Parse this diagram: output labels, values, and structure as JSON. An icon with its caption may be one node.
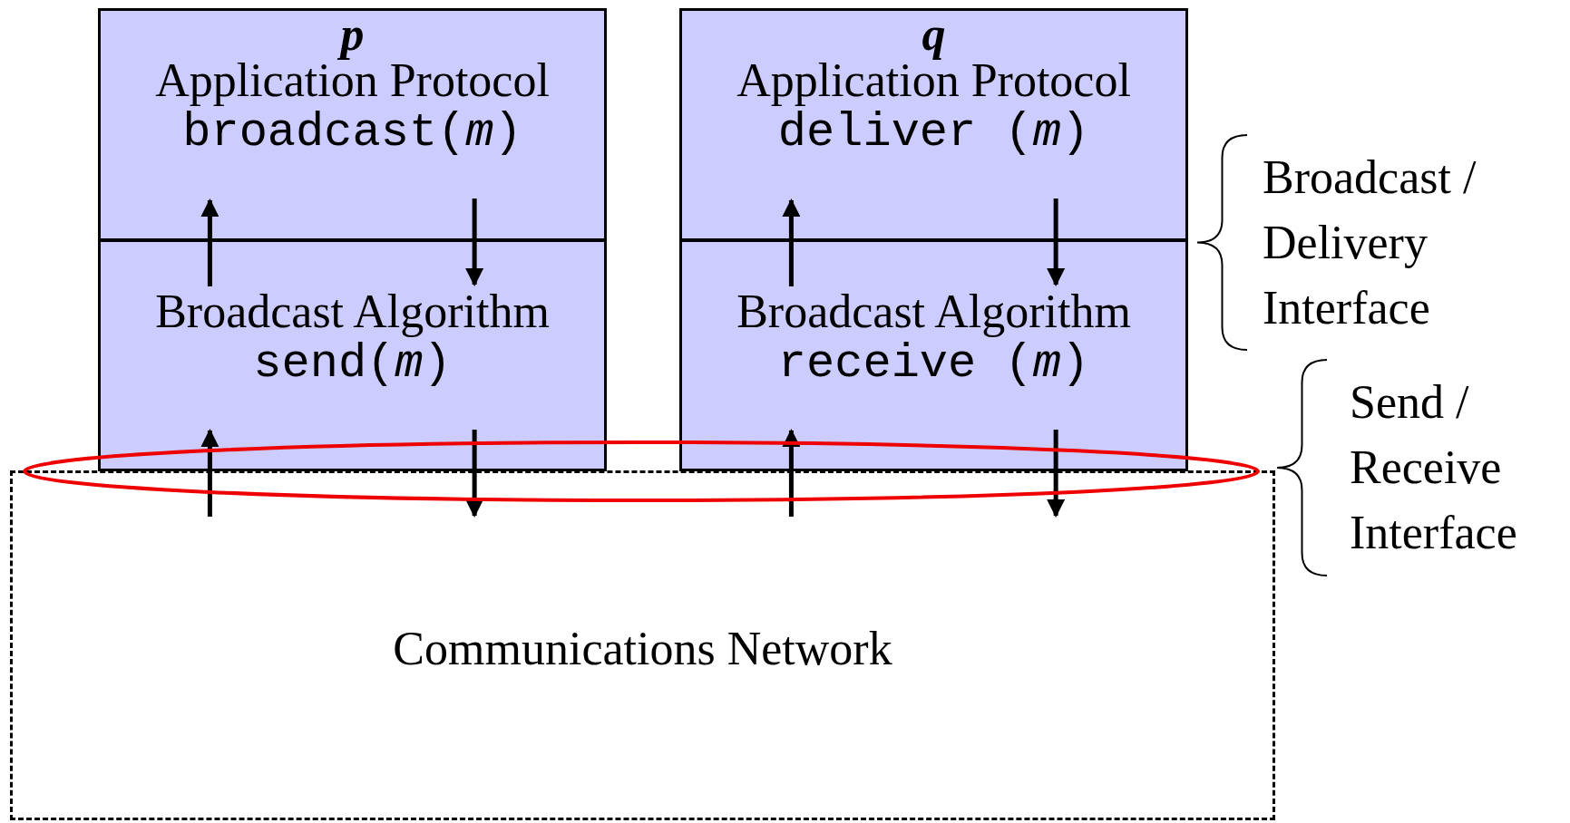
{
  "diagram": {
    "nodes": [
      {
        "text": [
          "p",
          "Application Protocol",
          "broadcast(*m*)"
        ]
      },
      {
        "text": [
          "Broadcast Algorithm",
          "send(*m*)"
        ]
      },
      {
        "text": [
          "q",
          "Application Protocol",
          "deliver (*m*)"
        ]
      },
      {
        "text": [
          "Broadcast Algorithm",
          "receive (*m*)"
        ]
      },
      {
        "text": [
          "Communications Network"
        ]
      }
    ],
    "edges": [
      {
        "from": 1,
        "to": 0,
        "arrow": "to"
      },
      {
        "from": 0,
        "to": 1,
        "arrow": "to"
      },
      {
        "from": 3,
        "to": 2,
        "arrow": "to"
      },
      {
        "from": 2,
        "to": 3,
        "arrow": "to"
      },
      {
        "from": 4,
        "to": 1,
        "arrow": "to"
      },
      {
        "from": 1,
        "to": 4,
        "arrow": "to"
      },
      {
        "from": 4,
        "to": 3,
        "arrow": "to"
      },
      {
        "from": 3,
        "to": 4,
        "arrow": "to"
      }
    ],
    "labels": [
      "Broadcast / Delivery Interface",
      "Send / Receive Interface"
    ]
  }
}
